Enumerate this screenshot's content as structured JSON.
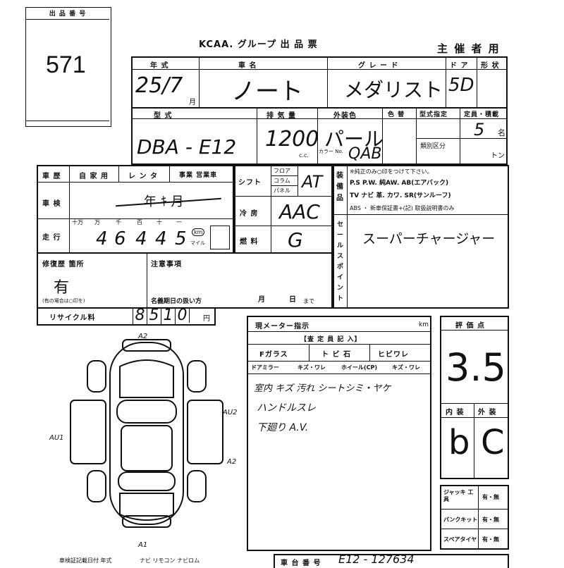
{
  "lot": {
    "label": "出 品 番 号",
    "number": "571"
  },
  "header": {
    "title": "KCAA. グループ 出 品 票",
    "organizer": "主 催 者 用"
  },
  "row1": {
    "headers": [
      "年 式",
      "車 名",
      "グ レ ー ド",
      "ド ア",
      "形 状"
    ],
    "year_value": "25/7",
    "year_unit": "月",
    "car_name": "ノート",
    "grade": "メダリスト",
    "doors": "5D"
  },
  "row2": {
    "headers": [
      "型 式",
      "排 気 量",
      "外装色",
      "色 替",
      "型式指定",
      "定員・積載"
    ],
    "type_code": "DBA - E12",
    "displacement": "1200",
    "cc_unit": "c.c.",
    "color": "パール",
    "color_no_label": "カラー No.",
    "color_no": "QAB",
    "class_label": "類別区分",
    "capacity": "5",
    "capacity_unit": "名",
    "ton_unit": "トン"
  },
  "row3": {
    "use_label": "車 歴",
    "use_options": [
      "自 家 用",
      "レ ン タ",
      "事業 営業車"
    ],
    "shift_label": "シフト",
    "shift_options": [
      "フロア",
      "コラム",
      "パネル"
    ],
    "shift_value": "AT",
    "equip_label": "装 備 品",
    "equip_lines": [
      "※純正のみ○印をつけて下さい。",
      "P.S  P.W. 純AW. AB(エアバック)",
      "TV  ナビ  革. カワ. SR(サンルーフ)",
      "ABS ・ 新車保証書+(記) 取扱説明書のみ"
    ]
  },
  "inspection": {
    "label": "車 検",
    "value": "年 ｷ 月"
  },
  "aircon": {
    "label": "冷 房",
    "value": "AAC"
  },
  "mileage": {
    "label": "走 行",
    "units": [
      "十万",
      "万",
      "千",
      "百",
      "十",
      "一"
    ],
    "digits": [
      "4",
      "6",
      "4",
      "4",
      "5"
    ],
    "unit_km": "km",
    "unit_mile": "マイル"
  },
  "fuel": {
    "label": "燃 料",
    "value": "G"
  },
  "sales_point": {
    "label": "セ ー ル ス ポ イ ン ト",
    "value": "スーパーチャージャー"
  },
  "repair": {
    "label": "修復歴 箇所",
    "value": "有",
    "note": "(有の場合は○印を)"
  },
  "notes": {
    "label": "注意事項",
    "deadline_label": "名義期日の扱い方",
    "month": "月",
    "day": "日",
    "until": "まで"
  },
  "recycle": {
    "label": "リサイクル料",
    "digits": [
      "8",
      "5",
      "1",
      "0"
    ],
    "unit": "円"
  },
  "meter": {
    "label": "現メーター指示",
    "unit": "km"
  },
  "inspector": {
    "header": "【査 定 員 記 入】",
    "items": [
      "Fガラス",
      "ト ビ 石",
      "ヒビワレ",
      "ドアミラー",
      "キズ・ワレ",
      "ホイール(CP)",
      "キズ・ワレ"
    ],
    "comments": [
      "室内 キズ 汚れ シートシミ・ヤケ",
      "ハンドルスレ",
      "下廻り A.V."
    ]
  },
  "evaluation": {
    "label": "評 価 点",
    "score": "3.5"
  },
  "interior_exterior": {
    "headers": [
      "内 装",
      "外 装"
    ],
    "values": [
      "b",
      "C"
    ]
  },
  "equipment_check": {
    "rows": [
      {
        "label": "ジャッキ 工 具",
        "value": "有・無"
      },
      {
        "label": "パンクキット",
        "value": "有・無"
      },
      {
        "label": "スペアタイヤ",
        "value": "有・無"
      }
    ]
  },
  "diagram": {
    "marks": [
      "A2",
      "A1",
      "AU2",
      "AU1",
      "A2"
    ]
  },
  "bottom": {
    "left_text": "車検証記載日付 年式",
    "left_text2": "ナビ リモコン ナビロム",
    "chassis_label": "車 台 番 号",
    "chassis_value": "E12 - 127634"
  }
}
